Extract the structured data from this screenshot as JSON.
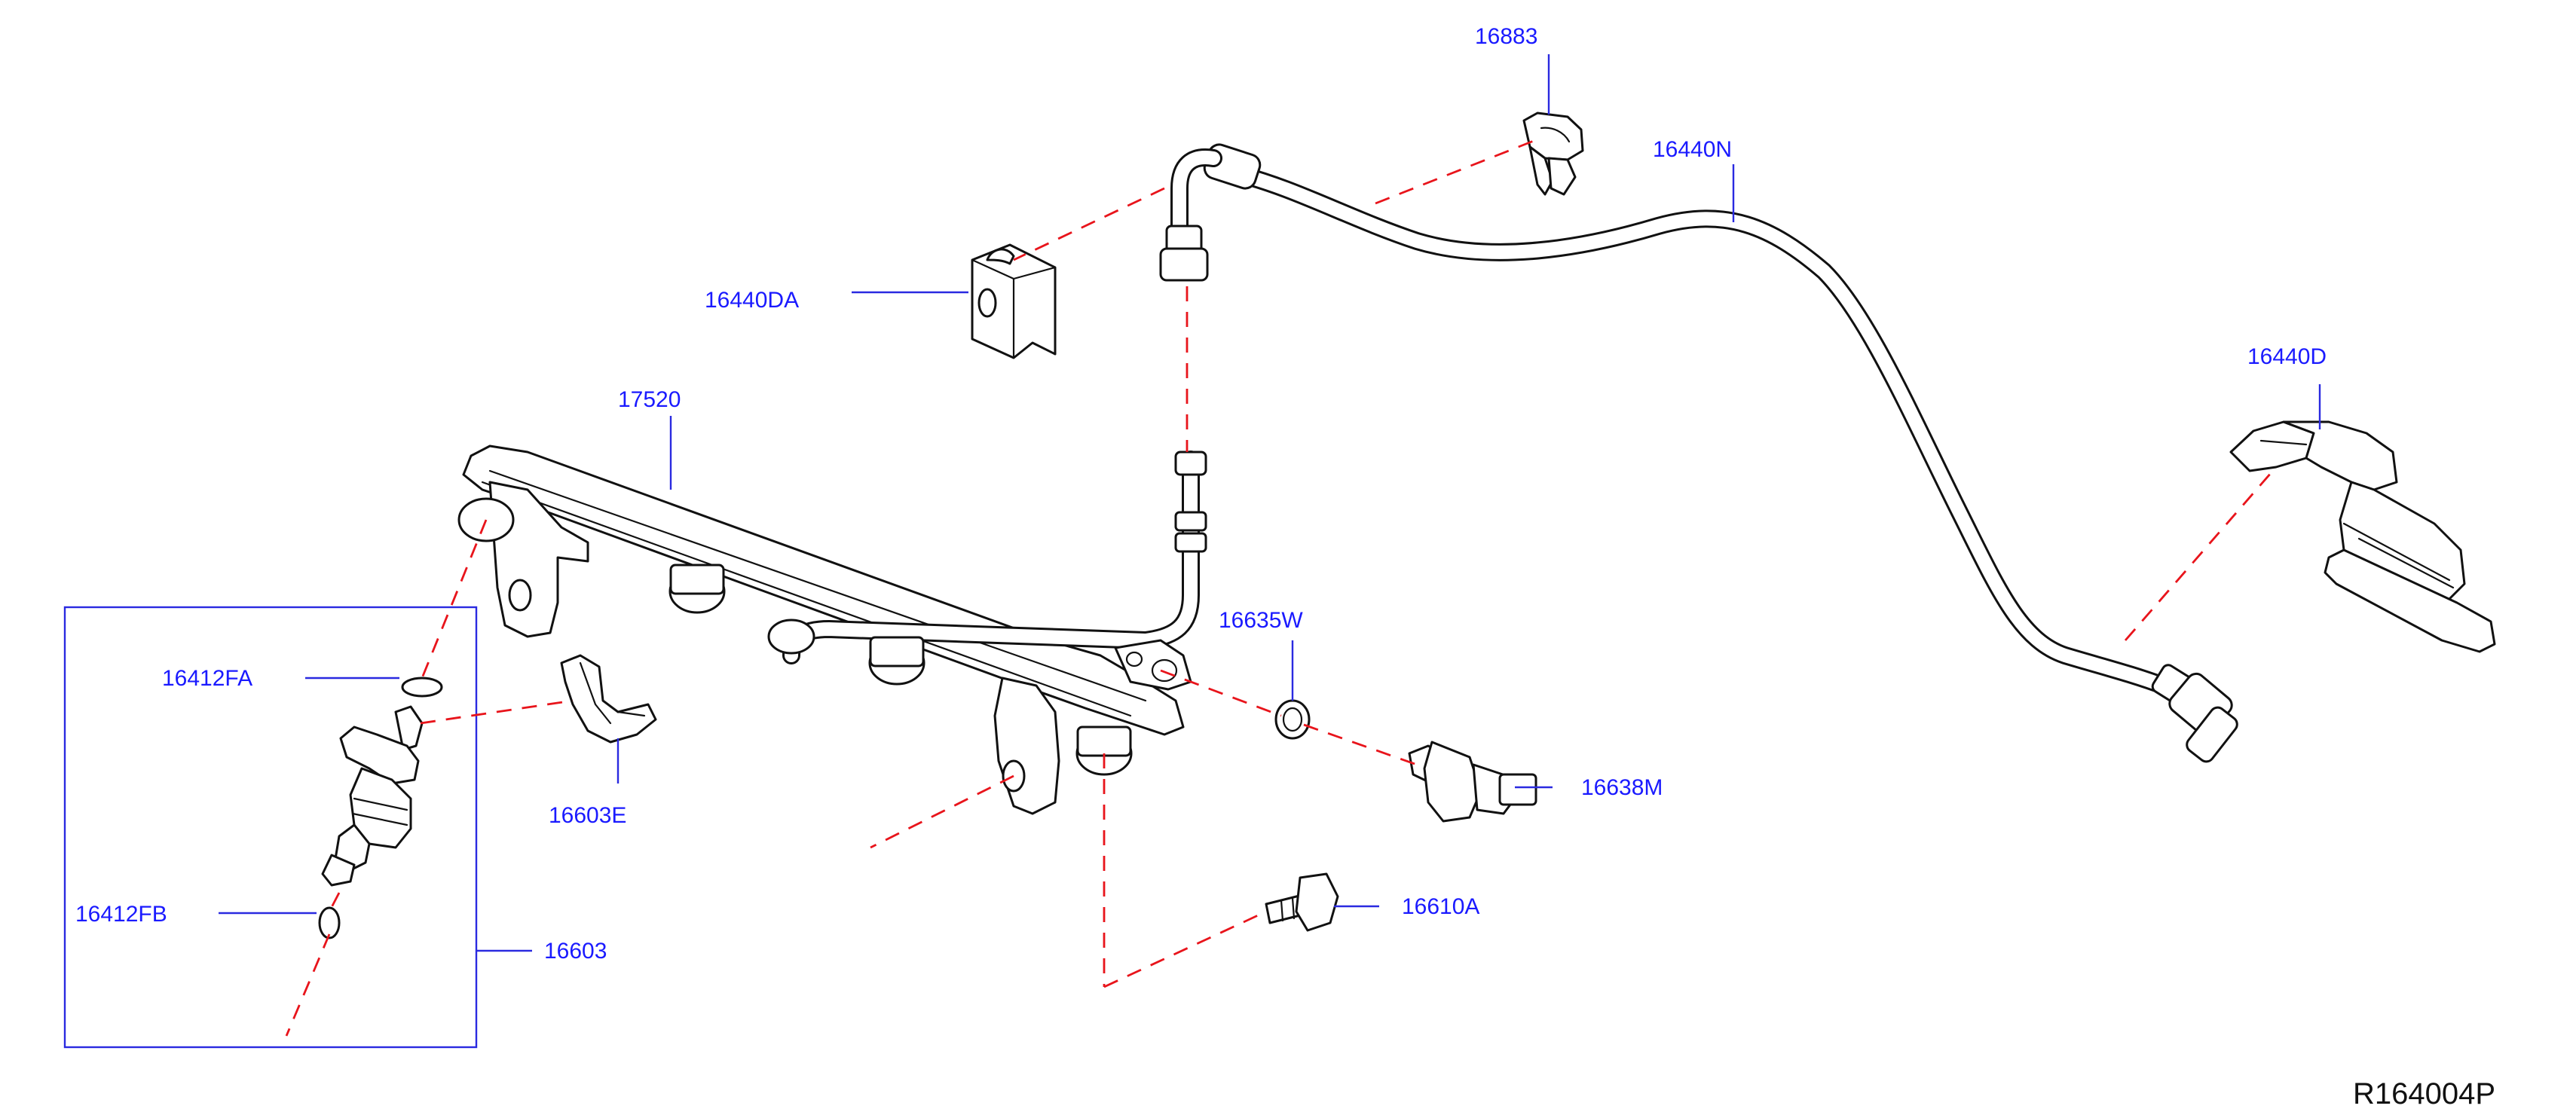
{
  "diagram": {
    "reference_code": "R164004P",
    "callouts": {
      "p16883": "16883",
      "p16440N": "16440N",
      "p16440DA": "16440DA",
      "p16440D": "16440D",
      "p17520": "17520",
      "p16635W": "16635W",
      "p16412FA": "16412FA",
      "p16603E": "16603E",
      "p16638M": "16638M",
      "p16610A": "16610A",
      "p16412FB": "16412FB",
      "p16603": "16603"
    },
    "colors": {
      "callout_text": "#1a1aff",
      "leader_line": "#2a2ae0",
      "assembly_line": "#e8141b",
      "part_outline": "#111111"
    }
  }
}
